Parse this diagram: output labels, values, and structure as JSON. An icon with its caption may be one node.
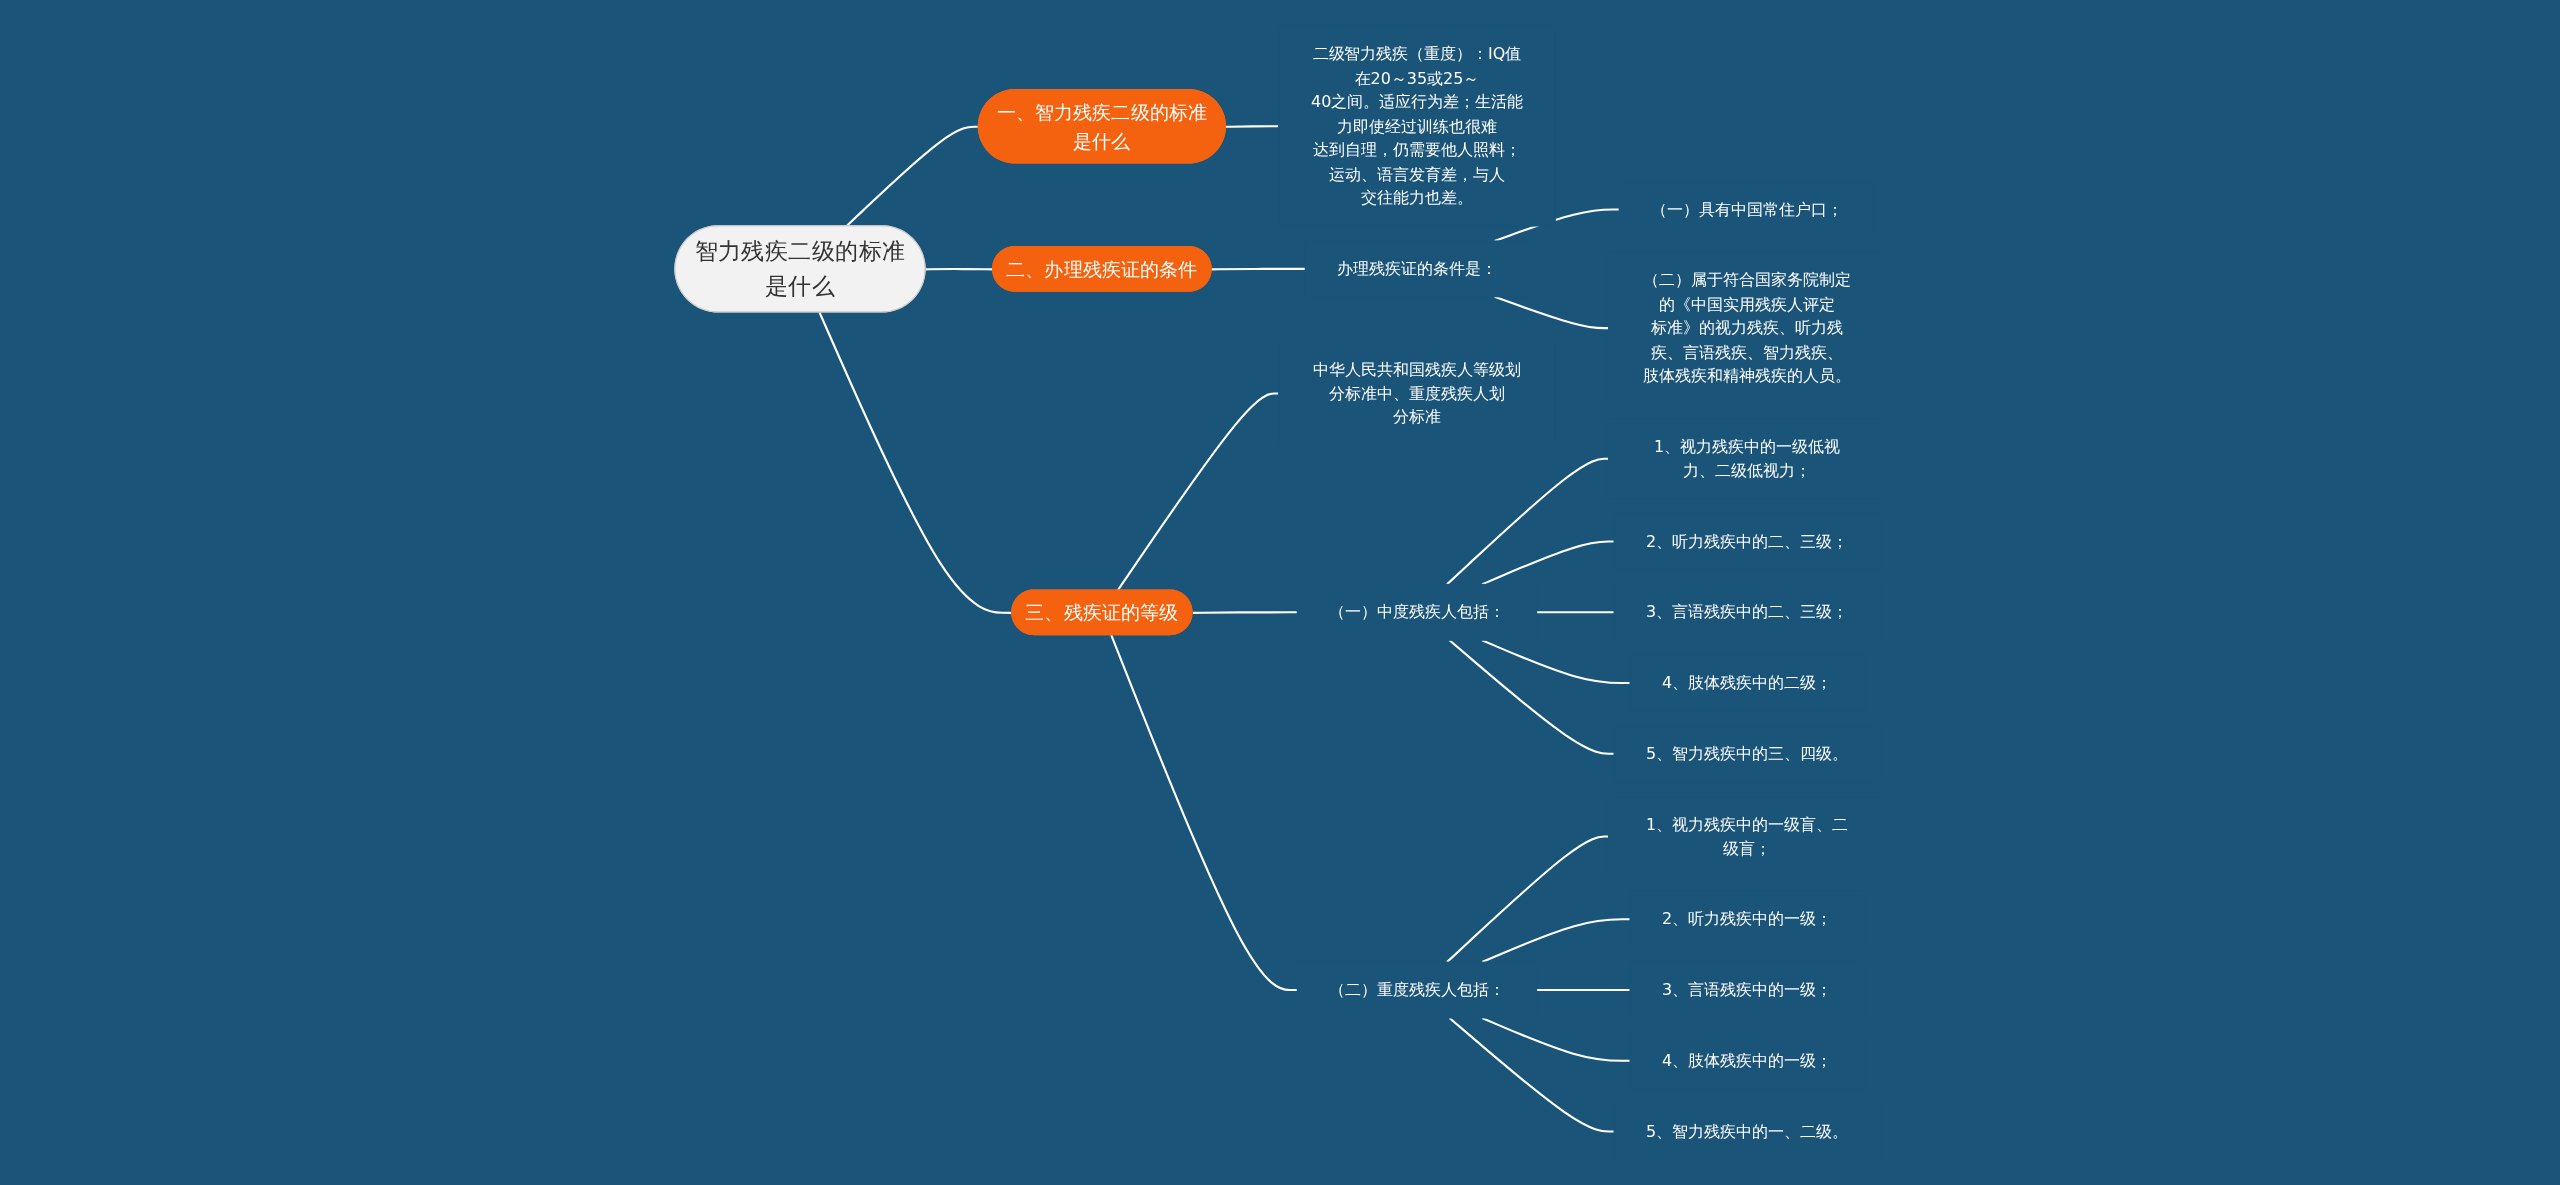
{
  "diagram": {
    "nodes": [
      {
        "text": [
          "智力残疾二级的标准是什么"
        ]
      },
      {
        "text": [
          "一、智力残疾二级的标准是什么"
        ]
      },
      {
        "text": [
          "二级智力残疾（重度）：IQ值在20～35或25～40之间。适应行为差；生活能力即使经过训练也很难达到自理，仍需要他人照料；运动、语言发育差，与人交往能力也差。"
        ]
      },
      {
        "text": [
          "二、办理残疾证的条件"
        ]
      },
      {
        "text": [
          "办理残疾证的条件是："
        ]
      },
      {
        "text": [
          "（一）具有中国常住户口；"
        ]
      },
      {
        "text": [
          "（二）属于符合国家务院制定的《中国实用残疾人评定标准》的视力残疾、听力残疾、言语残疾、智力残疾、肢体残疾和精神残疾的人员。"
        ]
      },
      {
        "text": [
          "三、残疾证的等级"
        ]
      },
      {
        "text": [
          "中华人民共和国残疾人等级划分标准中、重度残疾人划分标准"
        ]
      },
      {
        "text": [
          "（一）中度残疾人包括："
        ]
      },
      {
        "text": [
          "1、视力残疾中的一级低视力、二级低视力；"
        ]
      },
      {
        "text": [
          "2、听力残疾中的二、三级；"
        ]
      },
      {
        "text": [
          "3、言语残疾中的二、三级；"
        ]
      },
      {
        "text": [
          "4、肢体残疾中的二级；"
        ]
      },
      {
        "text": [
          "5、智力残疾中的三、四级。"
        ]
      },
      {
        "text": [
          "（二）重度残疾人包括："
        ]
      },
      {
        "text": [
          "1、视力残疾中的一级盲、二级盲；"
        ]
      },
      {
        "text": [
          "2、听力残疾中的一级；"
        ]
      },
      {
        "text": [
          "3、言语残疾中的一级；"
        ]
      },
      {
        "text": [
          "4、肢体残疾中的一级；"
        ]
      },
      {
        "text": [
          "5、智力残疾中的一、二级。"
        ]
      }
    ],
    "edges": [
      {
        "from": 0,
        "to": 1,
        "arrow": "none"
      },
      {
        "from": 1,
        "to": 2,
        "arrow": "none"
      },
      {
        "from": 0,
        "to": 3,
        "arrow": "none"
      },
      {
        "from": 3,
        "to": 4,
        "arrow": "none"
      },
      {
        "from": 4,
        "to": 5,
        "arrow": "none"
      },
      {
        "from": 4,
        "to": 6,
        "arrow": "none"
      },
      {
        "from": 0,
        "to": 7,
        "arrow": "none"
      },
      {
        "from": 7,
        "to": 8,
        "arrow": "none"
      },
      {
        "from": 7,
        "to": 9,
        "arrow": "none"
      },
      {
        "from": 9,
        "to": 10,
        "arrow": "none"
      },
      {
        "from": 9,
        "to": 11,
        "arrow": "none"
      },
      {
        "from": 9,
        "to": 12,
        "arrow": "none"
      },
      {
        "from": 9,
        "to": 13,
        "arrow": "none"
      },
      {
        "from": 9,
        "to": 14,
        "arrow": "none"
      },
      {
        "from": 7,
        "to": 15,
        "arrow": "none"
      },
      {
        "from": 15,
        "to": 16,
        "arrow": "none"
      },
      {
        "from": 15,
        "to": 17,
        "arrow": "none"
      },
      {
        "from": 15,
        "to": 18,
        "arrow": "none"
      },
      {
        "from": 15,
        "to": 19,
        "arrow": "none"
      },
      {
        "from": 15,
        "to": 20,
        "arrow": "none"
      }
    ]
  }
}
